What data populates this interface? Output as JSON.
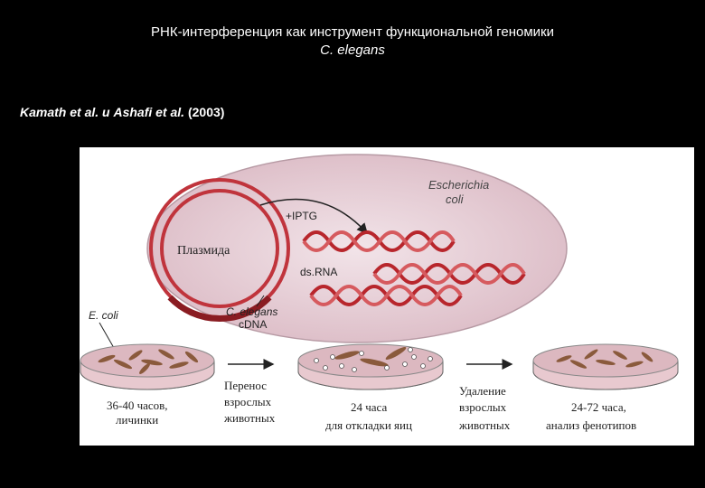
{
  "title": {
    "line1": "РНК-интерференция как инструмент функциональной геномики",
    "line2": "C. elegans"
  },
  "reference": {
    "authors": "Kamath et al. и Ashafi et al.",
    "year": "(2003)"
  },
  "diagram": {
    "cell_label_1": "Escherichia",
    "cell_label_2": "coli",
    "plasmid_label": "Плазмида",
    "iptg_label": "+IPTG",
    "dsrna_label": "ds.RNA",
    "cdna_label_1": "C. elegans",
    "cdna_label_2": "cDNA",
    "ecoli_label": "E. coli",
    "plate1_caption_1": "36-40 часов,",
    "plate1_caption_2": "личинки",
    "transfer_1": "Перенос",
    "transfer_2": "взрослых",
    "transfer_3": "животных",
    "plate2_caption_1": "24 часа",
    "plate2_caption_2": "для откладки яиц",
    "removal_1": "Удаление",
    "removal_2": "взрослых",
    "removal_3": "животных",
    "plate3_caption_1": "24-72 часа,",
    "plate3_caption_2": "анализ фенотипов"
  },
  "colors": {
    "background": "#000000",
    "panel": "#ffffff",
    "cell_fill": "#e8d2d9",
    "plasmid_ring": "#c0343c",
    "helix": "#b8262c",
    "plate_agar": "#e8c9cf",
    "worm": "#8a5a3c"
  }
}
